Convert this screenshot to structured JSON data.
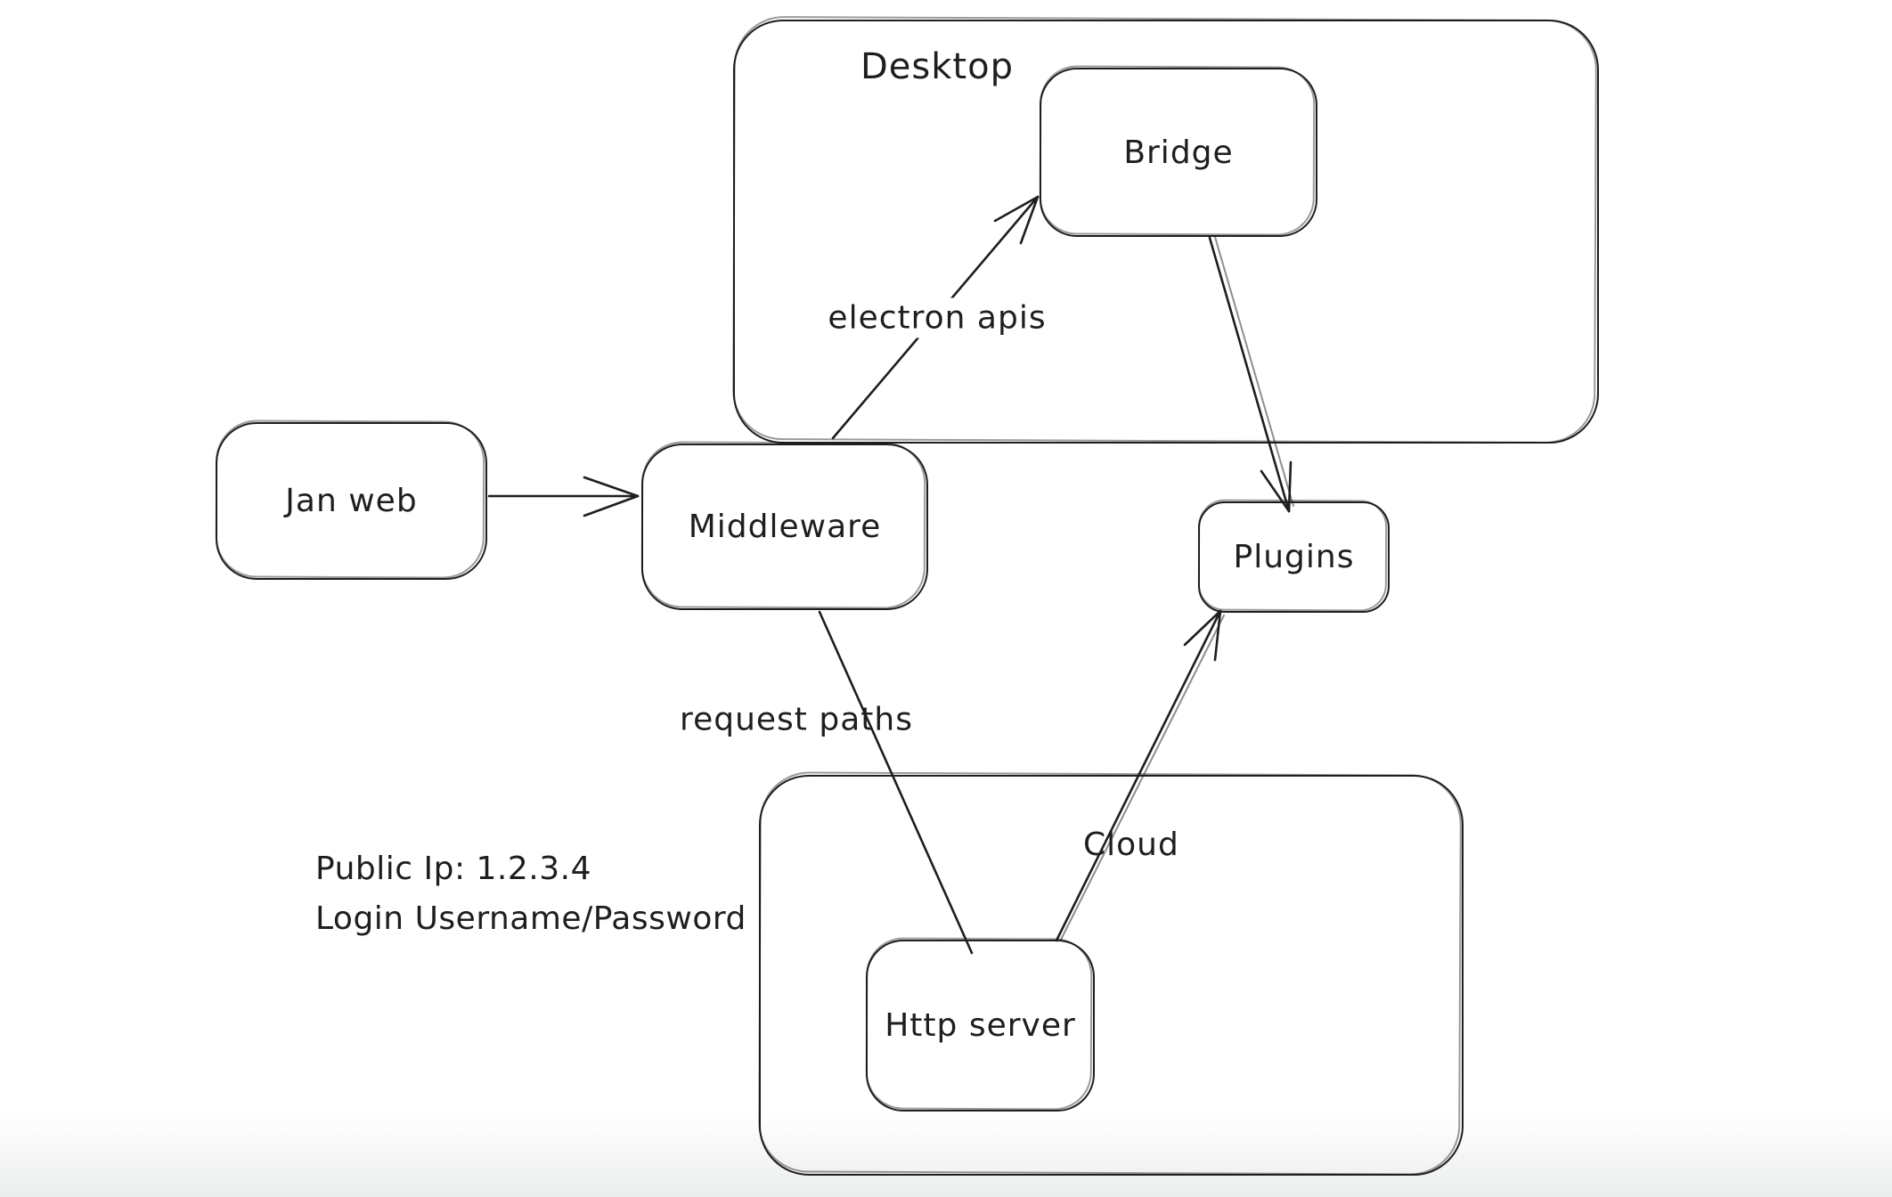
{
  "diagram": {
    "colors": {
      "stroke": "#1e1e1e",
      "background": "#ffffff"
    },
    "containers": [
      {
        "label": "Desktop"
      },
      {
        "label": "Cloud"
      }
    ],
    "nodes": [
      {
        "label": "Jan web"
      },
      {
        "label": "Middleware"
      },
      {
        "label": "Bridge"
      },
      {
        "label": "Plugins"
      },
      {
        "label": "Http server"
      }
    ],
    "edges": [
      {
        "from": "Jan web",
        "to": "Middleware",
        "label": ""
      },
      {
        "from": "Middleware",
        "to": "Bridge",
        "label": "electron apis"
      },
      {
        "from": "Bridge",
        "to": "Plugins",
        "label": ""
      },
      {
        "from": "Middleware",
        "to": "Http server",
        "label": "request paths"
      },
      {
        "from": "Http server",
        "to": "Plugins",
        "label": ""
      }
    ],
    "notes": [
      {
        "text": "Public Ip: 1.2.3.4"
      },
      {
        "text": "Login Username/Password"
      }
    ]
  }
}
